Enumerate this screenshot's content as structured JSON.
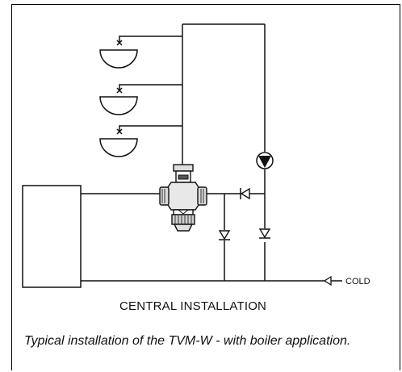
{
  "diagram": {
    "cold_label": "COLD",
    "caption": "CENTRAL INSTALLATION",
    "description": "Typical installation of the TVM-W - with boiler application."
  }
}
